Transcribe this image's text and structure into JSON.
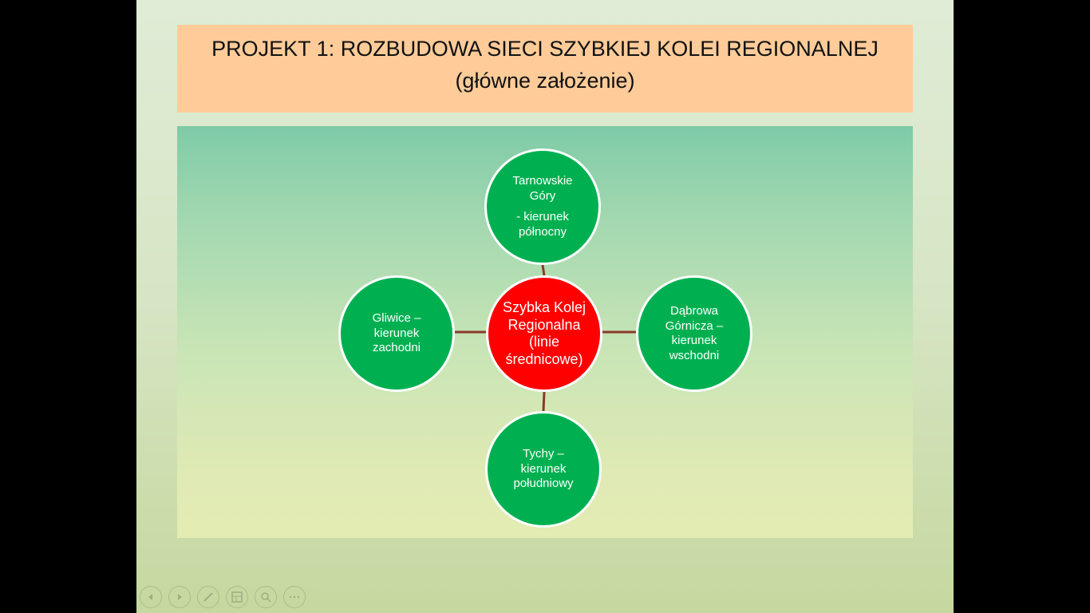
{
  "slide": {
    "title_line1": "PROJEKT 1: ROZBUDOWA SIECI SZYBKIEJ KOLEI REGIONALNEJ",
    "title_line2": "(główne założenie)"
  },
  "diagram": {
    "center": {
      "lines": [
        "Szybka Kolej",
        "Regionalna",
        "(linie",
        "średnicowe)"
      ],
      "color": "#ff0000"
    },
    "north": {
      "lines_a": [
        "Tarnowskie",
        "Góry"
      ],
      "lines_b": [
        "- kierunek",
        "północny"
      ],
      "color": "#00b050"
    },
    "west": {
      "lines": [
        "Gliwice –",
        "kierunek",
        "zachodni"
      ],
      "color": "#00b050"
    },
    "east": {
      "lines": [
        "Dąbrowa",
        "Górnicza –",
        "kierunek",
        "wschodni"
      ],
      "color": "#00b050"
    },
    "south": {
      "lines": [
        "Tychy –",
        "kierunek",
        "południowy"
      ],
      "color": "#00b050"
    },
    "connector_color": "#8b3a2a"
  },
  "controls": {
    "items": [
      {
        "icon": "previous-slide-icon"
      },
      {
        "icon": "next-slide-icon"
      },
      {
        "icon": "pen-icon"
      },
      {
        "icon": "see-all-slides-icon"
      },
      {
        "icon": "zoom-icon"
      },
      {
        "icon": "more-options-icon"
      }
    ]
  }
}
